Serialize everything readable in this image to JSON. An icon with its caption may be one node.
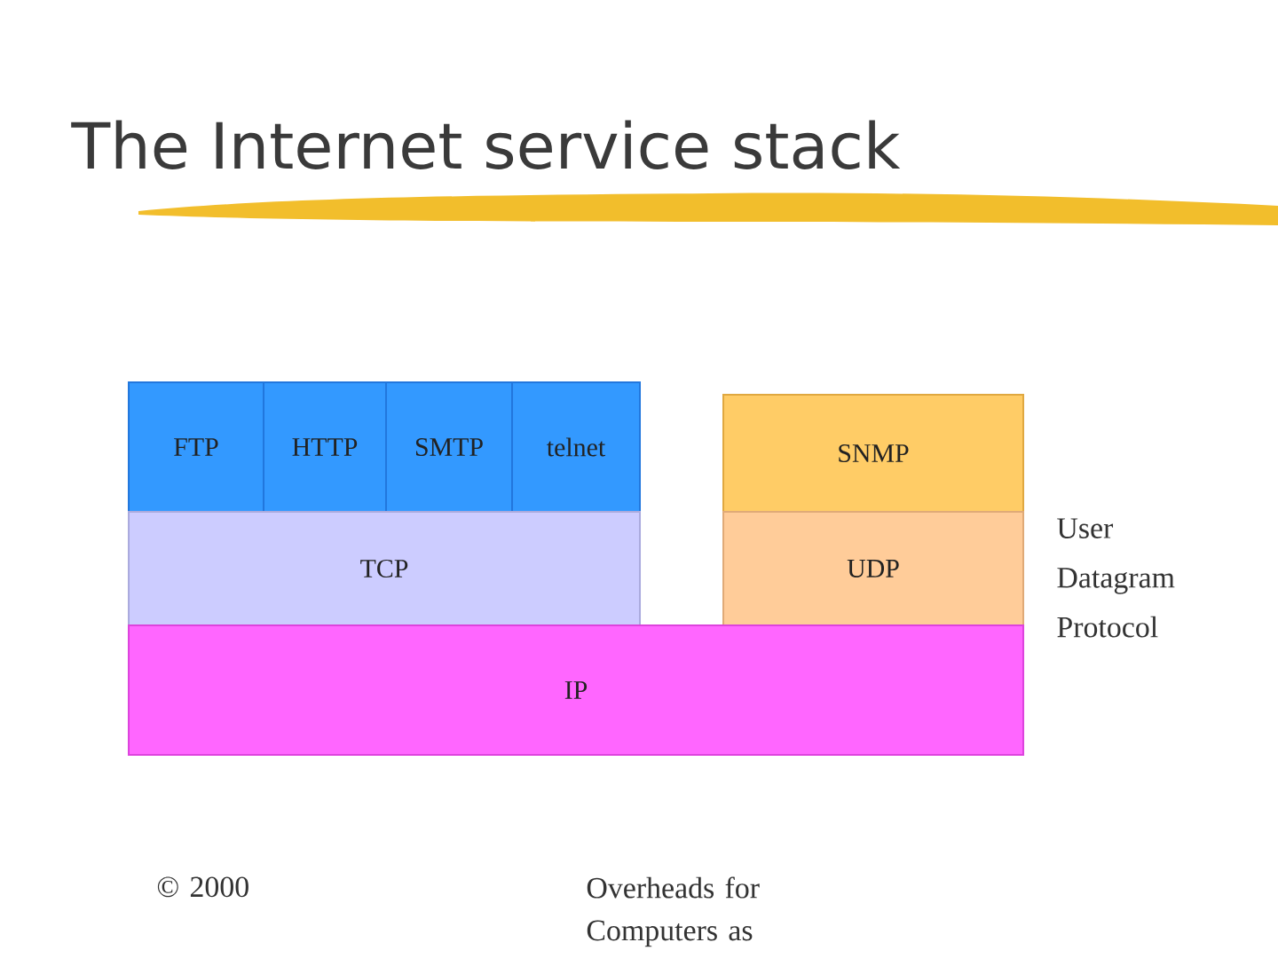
{
  "diagram": {
    "title": "The Internet service stack",
    "nodes": [
      {
        "text": [
          "FTP"
        ]
      },
      {
        "text": [
          "HTTP"
        ]
      },
      {
        "text": [
          "SMTP"
        ]
      },
      {
        "text": [
          "telnet"
        ]
      },
      {
        "text": [
          "SNMP"
        ]
      },
      {
        "text": [
          "TCP"
        ]
      },
      {
        "text": [
          "UDP"
        ],
        "beside": [
          "User Datagram Protocol"
        ]
      },
      {
        "text": [
          "IP"
        ]
      }
    ],
    "edges": [],
    "labels": [
      "© 2000",
      "Overheads for Computers as"
    ]
  }
}
